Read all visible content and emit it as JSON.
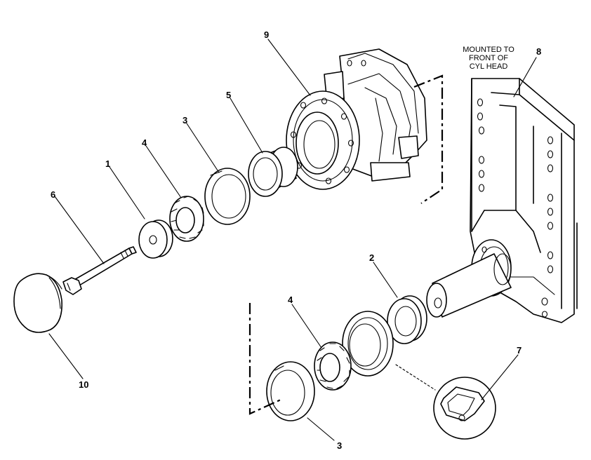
{
  "note": {
    "line1": "MOUNTED TO",
    "line2": "FRONT OF",
    "line3": "CYL HEAD"
  },
  "callouts": {
    "c1": "1",
    "c2": "2",
    "c3a": "3",
    "c3b": "3",
    "c4a": "4",
    "c4b": "4",
    "c5": "5",
    "c6": "6",
    "c7": "7",
    "c8": "8",
    "c9": "9",
    "c10": "10"
  }
}
